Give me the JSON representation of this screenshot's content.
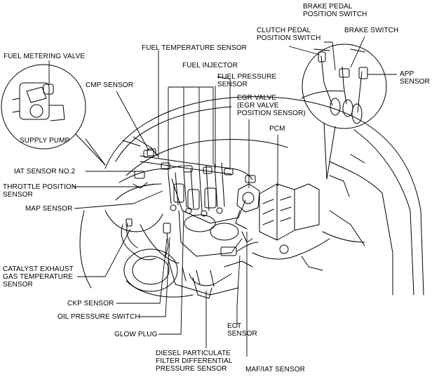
{
  "labels": {
    "fuel_metering_valve": "FUEL METERING VALVE",
    "supply_pump": "SUPPLY PUMP",
    "cmp_sensor": "CMP SENSOR",
    "fuel_temperature_sensor": "FUEL TEMPERATURE SENSOR",
    "fuel_injector": "FUEL INJECTOR",
    "fuel_pressure_sensor": "FUEL PRESSURE\nSENSOR",
    "egr_valve": "EGR VALVE\n(EGR VALVE\nPOSITION SENSOR)",
    "pcm": "PCM",
    "brake_pedal_position_switch": "BRAKE PEDAL\nPOSITION SWITCH",
    "clutch_pedal_position_switch": "CLUTCH PEDAL\nPOSITION SWITCH",
    "brake_switch": "BRAKE SWITCH",
    "app_sensor": "APP\nSENSOR",
    "iat_sensor_no2": "IAT SENSOR NO.2",
    "throttle_position_sensor": "THROTTLE POSITION\nSENSOR",
    "map_sensor": "MAP SENSOR",
    "catalyst_exhaust_gas_temperature_sensor": "CATALYST EXHAUST\nGAS TEMPERATURE\nSENSOR",
    "ckp_sensor": "CKP SENSOR",
    "oil_pressure_switch": "OIL PRESSURE SWITCH",
    "glow_plug": "GLOW PLUG",
    "diesel_particulate_filter_differential_pressure_sensor": "DIESEL PARTICULATE\nFILTER DIFFERENTIAL\nPRESSURE SENSOR",
    "ect_sensor": "ECT\nSENSOR",
    "maf_iat_sensor": "MAF/IAT SENSOR"
  }
}
